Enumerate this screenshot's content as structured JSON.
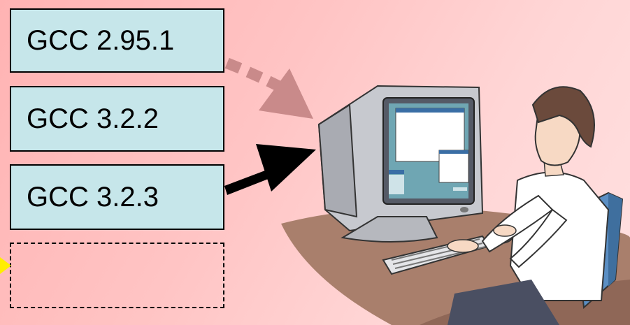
{
  "versions": [
    "GCC 2.95.1",
    "GCC 3.2.2",
    "GCC 3.2.3"
  ],
  "colors": {
    "box_fill": "#c6e6ea",
    "arrow_faded": "#c98a8a",
    "arrow_active": "#000000",
    "marker": "#ffee00"
  },
  "icons": {
    "illustration": "person-at-computer"
  }
}
